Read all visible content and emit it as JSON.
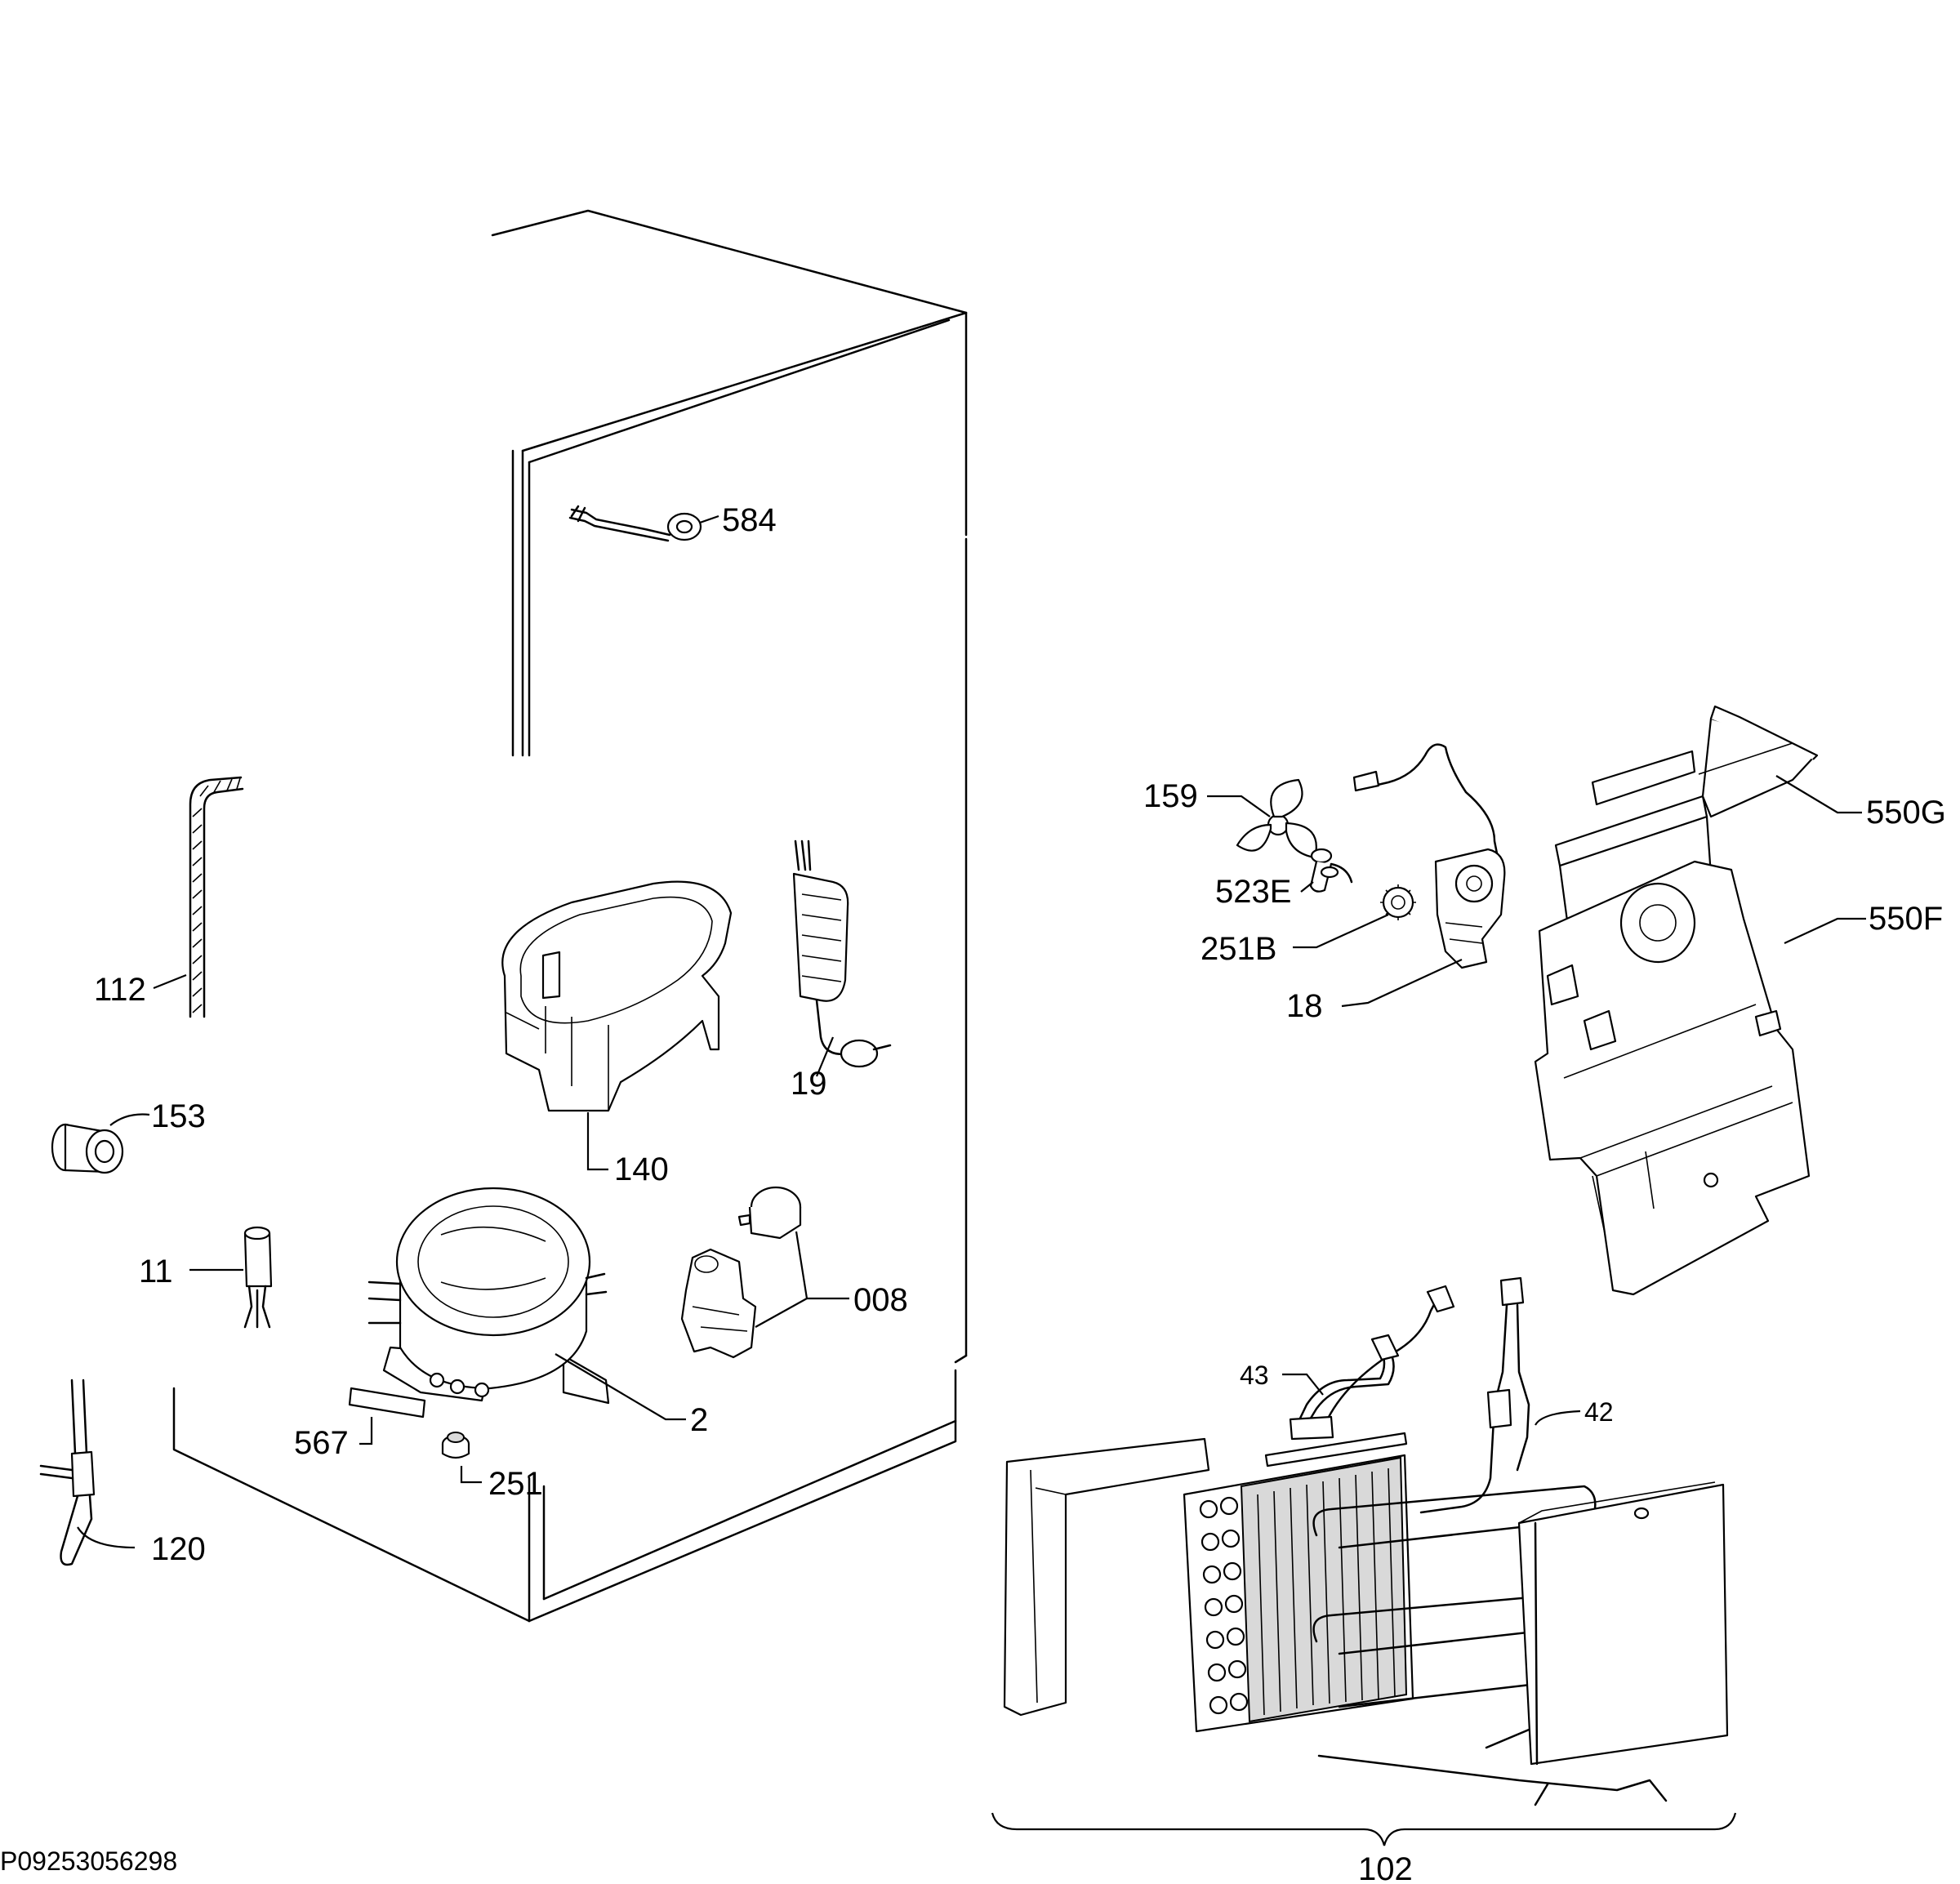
{
  "diagram": {
    "document_code": "P09253056298",
    "labels": {
      "p584": "584",
      "p112": "112",
      "p153": "153",
      "p140": "140",
      "p19": "19",
      "p11": "11",
      "p008": "008",
      "p2": "2",
      "p567": "567",
      "p251": "251",
      "p120": "120",
      "p159": "159",
      "p523E": "523E",
      "p251B": "251B",
      "p18": "18",
      "p550G": "550G",
      "p550F": "550F",
      "p43": "43",
      "p42": "42",
      "p102": "102"
    }
  }
}
